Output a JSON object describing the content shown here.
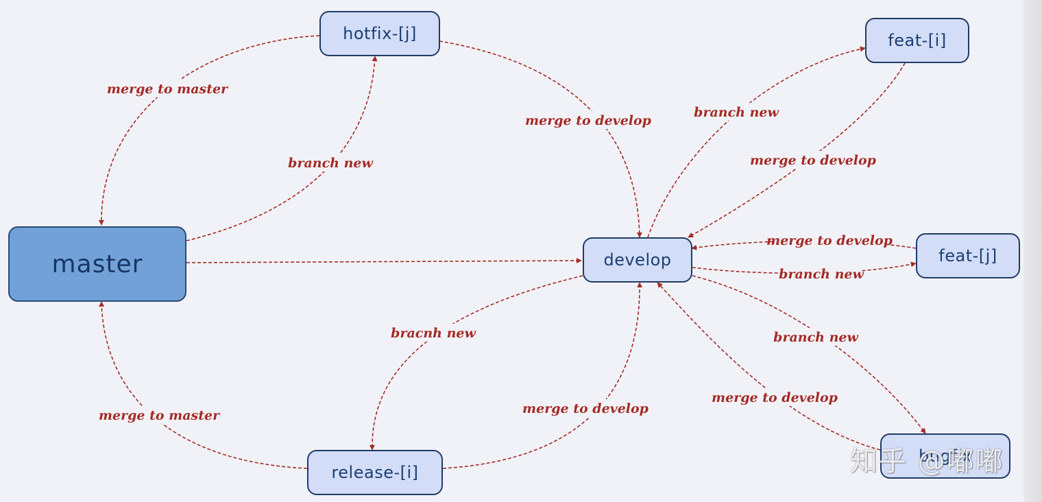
{
  "nodes": {
    "master": "master",
    "hotfix": "hotfix-[j]",
    "develop": "develop",
    "feat_i": "feat-[i]",
    "feat_j": "feat-[j]",
    "release": "release-[i]",
    "bugfix": "bugfix"
  },
  "labels": {
    "hotfix_to_master": "merge to master",
    "master_to_hotfix": "branch new",
    "hotfix_to_develop": "merge to develop",
    "develop_to_feat_i": "branch new",
    "feat_i_to_develop": "merge to develop",
    "feat_j_to_develop": "merge to develop",
    "develop_to_feat_j": "branch new",
    "develop_to_release": "bracnh new",
    "release_to_develop": "merge to develop",
    "release_to_master": "merge to master",
    "develop_to_bugfix": "branch new",
    "bugfix_to_develop": "merge to develop"
  },
  "watermark": "知乎 @嘟嘟",
  "colors": {
    "edge": "#a42a25",
    "node_fill": "#d3ddf7",
    "master_fill": "#72a1d8",
    "node_border": "#1f3b66",
    "background": "#f1f2f7"
  }
}
